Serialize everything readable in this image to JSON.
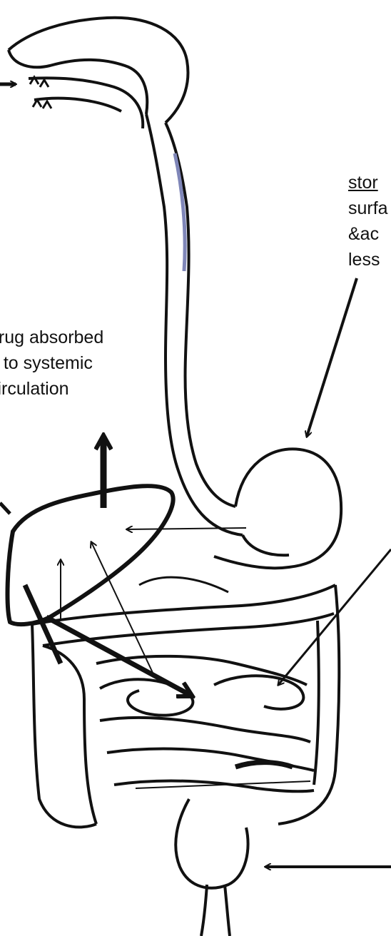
{
  "diagram": {
    "subject": "digestive-tract-drug-absorption",
    "colors": {
      "ink": "#111111",
      "shade": "#7f86b8",
      "paper": "#ffffff"
    },
    "labels": {
      "stomach": {
        "title": "stor",
        "lines": [
          "surfa",
          "&ac",
          "less"
        ]
      },
      "absorption": {
        "lines": [
          "drug absorbed",
          "n to systemic",
          "circulation"
        ]
      }
    }
  }
}
